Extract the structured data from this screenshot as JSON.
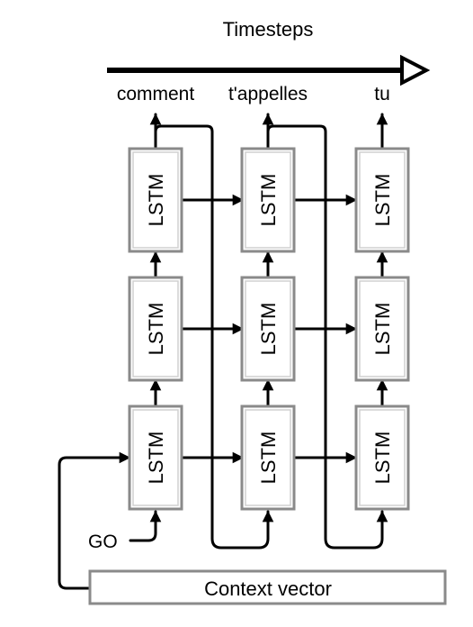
{
  "title": "Timesteps",
  "outputs": [
    "comment",
    "t'appelles",
    "tu"
  ],
  "cell_label": "LSTM",
  "go_label": "GO",
  "context_label": "Context vector",
  "grid": {
    "layers": 3,
    "timesteps": 3
  }
}
